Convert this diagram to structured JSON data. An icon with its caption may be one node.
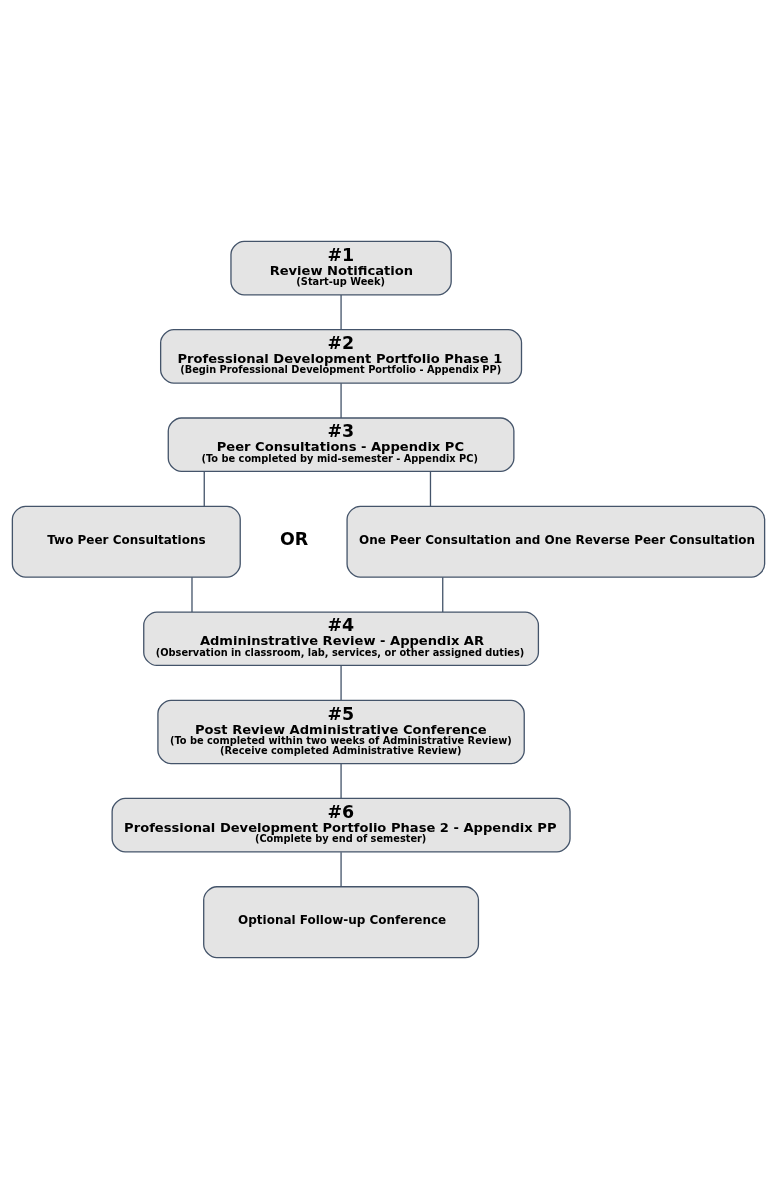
{
  "diagram": {
    "nodes": [
      {
        "text": [
          "#1",
          "Review Notification",
          "(Start-up Week)"
        ]
      },
      {
        "text": [
          "#2",
          "Professional Development Portfolio Phase 1",
          "(Begin Professional Development Portfolio - Appendix PP)"
        ]
      },
      {
        "text": [
          "#3",
          "Peer Consultations - Appendix PC",
          "(To be completed by mid-semester - Appendix PC)"
        ]
      },
      {
        "text": [
          "Two Peer Consultations"
        ]
      },
      {
        "text": [
          "One Peer Consultation and One Reverse Peer Consultation"
        ]
      },
      {
        "text": [
          "#4",
          "Admininstrative Review - Appendix AR",
          "(Observation in classroom, lab, services, or other assigned duties)"
        ]
      },
      {
        "text": [
          "#5",
          "Post Review Administrative Conference",
          "(To be completed within two weeks of Administrative Review)",
          "(Receive completed Administrative Review)"
        ]
      },
      {
        "text": [
          "#6",
          "Professional Development Portfolio Phase 2 - Appendix PP",
          "(Complete by end of semester)"
        ]
      },
      {
        "text": [
          "Optional Follow-up Conference"
        ]
      }
    ],
    "edges": [
      {
        "from": 0,
        "to": 1,
        "arrow": "none"
      },
      {
        "from": 1,
        "to": 2,
        "arrow": "none"
      },
      {
        "from": 2,
        "to": 3,
        "arrow": "none"
      },
      {
        "from": 2,
        "to": 4,
        "arrow": "none"
      },
      {
        "from": 3,
        "to": 5,
        "arrow": "none"
      },
      {
        "from": 4,
        "to": 5,
        "arrow": "none"
      },
      {
        "from": 5,
        "to": 6,
        "arrow": "none"
      },
      {
        "from": 6,
        "to": 7,
        "arrow": "none"
      },
      {
        "from": 7,
        "to": 8,
        "arrow": "none"
      }
    ],
    "labels": [
      "OR"
    ]
  }
}
